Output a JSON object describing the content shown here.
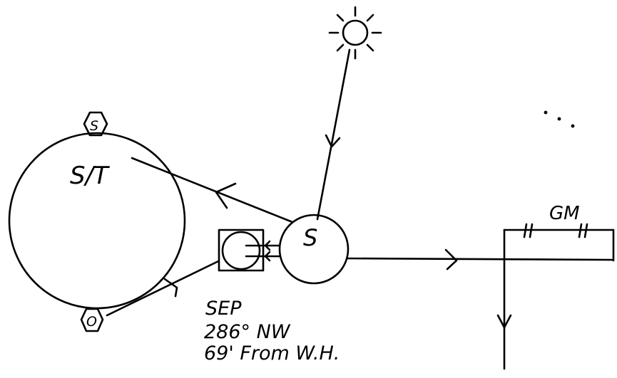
{
  "labels": {
    "septic_tank": "S/T",
    "top_hex": "S",
    "bottom_hex": "O",
    "distribution": "S",
    "grease_meter": "GM",
    "sep_title": "SEP",
    "sep_bearing": "286° NW",
    "sep_distance": "69' From W.H."
  },
  "colors": {
    "ink": "#000000",
    "paper": "#ffffff"
  }
}
